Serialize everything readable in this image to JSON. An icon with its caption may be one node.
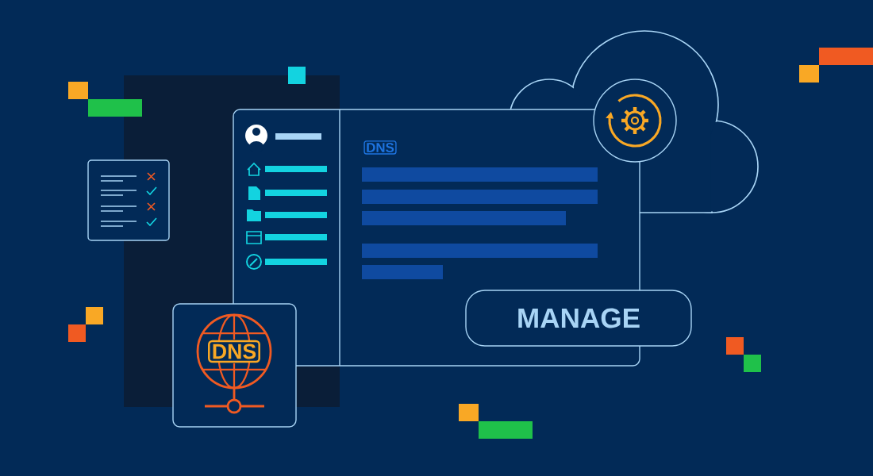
{
  "diagram": {
    "nodes": [
      {
        "text": [
          "DNS"
        ]
      },
      {
        "text": [
          "MANAGE"
        ]
      },
      {
        "text": [
          "DNS"
        ]
      }
    ]
  }
}
